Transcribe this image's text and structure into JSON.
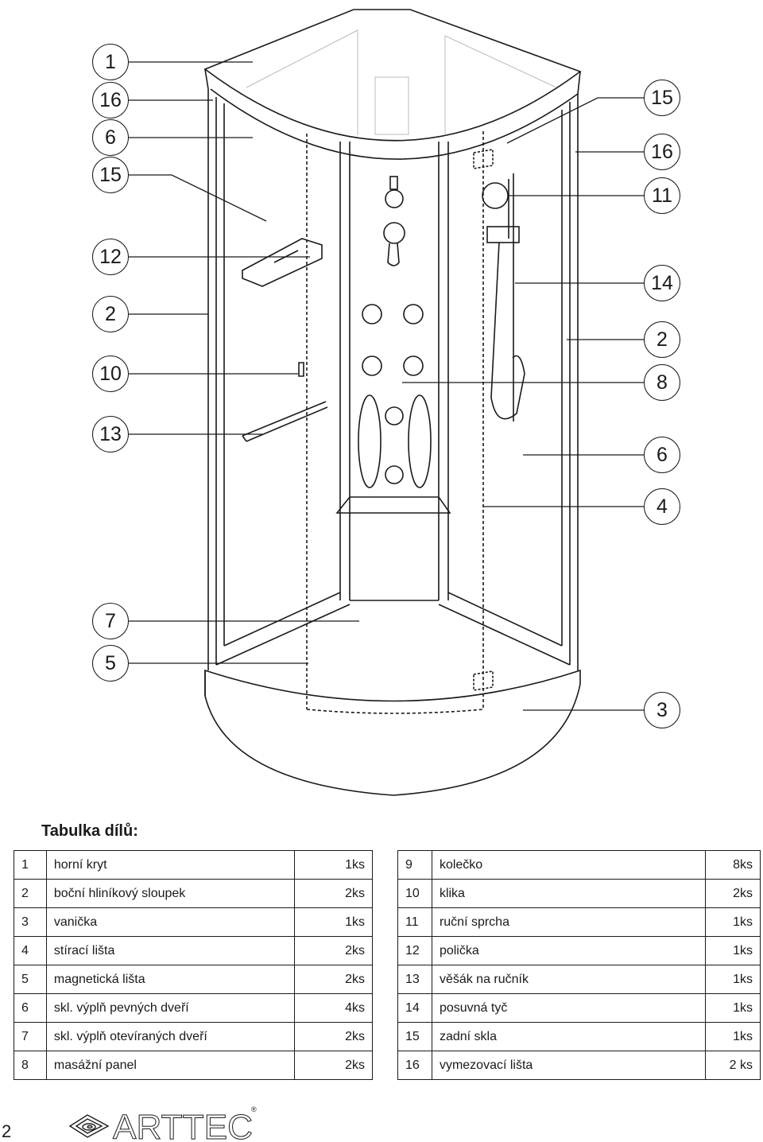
{
  "diagram": {
    "callouts_left": [
      "1",
      "16",
      "6",
      "15",
      "12",
      "2",
      "10",
      "13",
      "7",
      "5"
    ],
    "callouts_right": [
      "15",
      "16",
      "11",
      "14",
      "2",
      "8",
      "6",
      "4",
      "3"
    ]
  },
  "parts_table": {
    "title": "Tabulka dílů:",
    "left": [
      {
        "no": "1",
        "name": "horní kryt",
        "qty": "1ks"
      },
      {
        "no": "2",
        "name": "boční hliníkový sloupek",
        "qty": "2ks"
      },
      {
        "no": "3",
        "name": "vanička",
        "qty": "1ks"
      },
      {
        "no": "4",
        "name": "stírací lišta",
        "qty": "2ks"
      },
      {
        "no": "5",
        "name": "magnetická lišta",
        "qty": "2ks"
      },
      {
        "no": "6",
        "name": "skl. výplň pevných dveří",
        "qty": "4ks"
      },
      {
        "no": "7",
        "name": "skl. výplň otevíraných dveří",
        "qty": "2ks"
      },
      {
        "no": "8",
        "name": "masážní panel",
        "qty": "2ks"
      }
    ],
    "right": [
      {
        "no": "9",
        "name": "kolečko",
        "qty": "8ks"
      },
      {
        "no": "10",
        "name": "klika",
        "qty": "2ks"
      },
      {
        "no": "11",
        "name": "ruční sprcha",
        "qty": "1ks"
      },
      {
        "no": "12",
        "name": "polička",
        "qty": "1ks"
      },
      {
        "no": "13",
        "name": "věšák na ručník",
        "qty": "1ks"
      },
      {
        "no": "14",
        "name": "posuvná tyč",
        "qty": "1ks"
      },
      {
        "no": "15",
        "name": "zadní skla",
        "qty": "1ks"
      },
      {
        "no": "16",
        "name": "vymezovací lišta",
        "qty": "2 ks"
      }
    ]
  },
  "footer": {
    "page_number": "2",
    "logo_text": "ARTTEC",
    "logo_mark": "®"
  }
}
